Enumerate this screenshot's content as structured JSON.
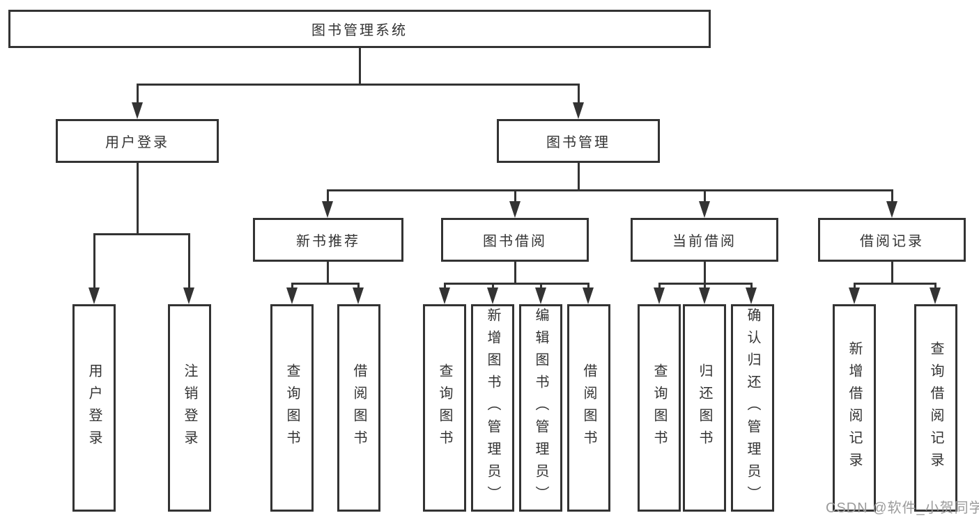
{
  "diagram_title": "图书管理系统",
  "nodes": {
    "root": "图书管理系统",
    "level2": [
      "用户登录",
      "图书管理"
    ],
    "level3": [
      "新书推荐",
      "图书借阅",
      "当前借阅",
      "借阅记录"
    ],
    "leaves": [
      "用户登录",
      "注销登录",
      "查询图书",
      "借阅图书",
      "查询图书",
      "新增图书（管理员）",
      "编辑图书（管理员）",
      "借阅图书",
      "查询图书",
      "归还图书",
      "确认归还（管理员）",
      "新增借阅记录",
      "查询借阅记录"
    ]
  },
  "colors": {
    "line": "#333333",
    "text": "#333333",
    "watermark": "#9b9b9b"
  },
  "watermark": {
    "text": "CSDN @软件_小贺同学"
  }
}
